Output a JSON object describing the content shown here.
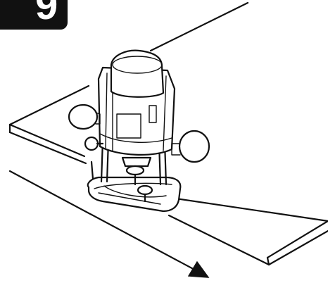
{
  "figure": {
    "step_number": "9",
    "badge_color": "#111111",
    "line_color": "#111111",
    "background": "#ffffff"
  },
  "icons": {
    "router": "plunge-router-illustration",
    "arrow": "feed-direction-arrow"
  }
}
